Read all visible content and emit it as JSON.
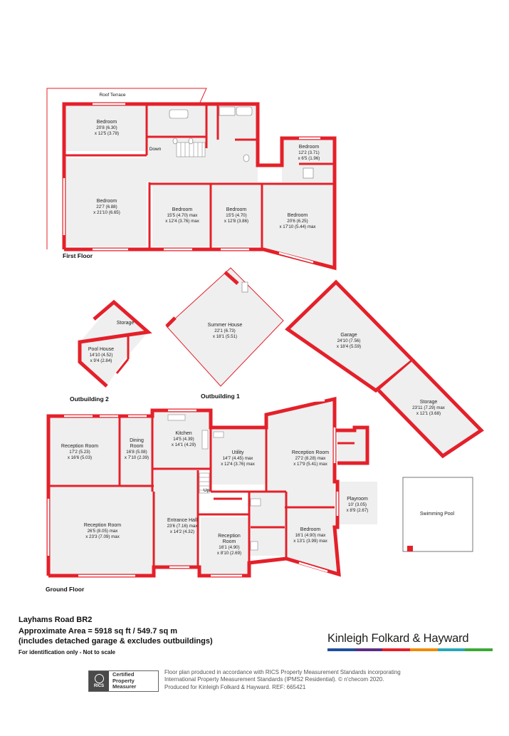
{
  "floors": {
    "first": "First Floor",
    "ground": "Ground Floor",
    "outbuilding1": "Outbuilding 1",
    "outbuilding2": "Outbuilding 2"
  },
  "first_floor": {
    "roof_terrace": "Roof Terrace",
    "down": "Down",
    "bedroom_a": {
      "name": "Bedroom",
      "dim1": "20'8 (6.30)",
      "dim2": "x 12'5 (3.78)"
    },
    "bedroom_b": {
      "name": "Bedroom",
      "dim1": "22'7 (6.88)",
      "dim2": "x 21'10 (6.65)"
    },
    "bedroom_c": {
      "name": "Bedroom",
      "dim1": "15'5 (4.70) max",
      "dim2": "x 12'4 (3.76) max"
    },
    "bedroom_d": {
      "name": "Bedroom",
      "dim1": "15'5 (4.70)",
      "dim2": "x 12'8 (3.86)"
    },
    "bedroom_e": {
      "name": "Bedroom",
      "dim1": "20'6 (6.25)",
      "dim2": "x 17'10 (5.44) max"
    },
    "bedroom_f": {
      "name": "Bedroom",
      "dim1": "12'2 (3.71)",
      "dim2": "x 6'5 (1.96)"
    }
  },
  "outbuildings": {
    "summer_house": {
      "name": "Summer House",
      "dim1": "22'1 (6.73)",
      "dim2": "x 18'1 (5.51)"
    },
    "pool_house": {
      "name": "Pool House",
      "dim1": "14'10 (4.52)",
      "dim2": "x 9'4 (2.84)"
    },
    "storage_small": "Storage",
    "garage": {
      "name": "Garage",
      "dim1": "24'10 (7.56)",
      "dim2": "x 18'4 (5.59)"
    },
    "storage": {
      "name": "Storage",
      "dim1": "23'11 (7.29) max",
      "dim2": "x 12'1 (3.68)"
    }
  },
  "ground_floor": {
    "reception_a": {
      "name": "Reception Room",
      "dim1": "17'2 (5.23)",
      "dim2": "x 16'6 (5.03)"
    },
    "dining": {
      "name1": "Dining",
      "name2": "Room",
      "dim1": "16'8 (5.08)",
      "dim2": "x 7'10 (2.39)"
    },
    "kitchen": {
      "name": "Kitchen",
      "dim1": "14'5 (4.39)",
      "dim2": "x 14'1 (4.29)"
    },
    "utility": {
      "name": "Utility",
      "dim1": "14'7 (4.45) max",
      "dim2": "x 12'4 (3.76) max"
    },
    "reception_b": {
      "name": "Reception Room",
      "dim1": "27'2 (8.28) max",
      "dim2": "x 17'9 (5.41) max"
    },
    "reception_c": {
      "name": "Reception Room",
      "dim1": "26'5 (8.05) max",
      "dim2": "x 23'3 (7.09) max"
    },
    "entrance_hall": {
      "name": "Entrance Hall",
      "dim1": "23'6 (7.16) max",
      "dim2": "x 14'2 (4.32)"
    },
    "reception_d": {
      "name1": "Reception",
      "name2": "Room",
      "dim1": "16'1 (4.90)",
      "dim2": "x 8'10 (2.69)"
    },
    "bedroom": {
      "name": "Bedroom",
      "dim1": "16'1 (4.90) max",
      "dim2": "x 13'1 (3.99) max"
    },
    "playroom": {
      "name": "Playroom",
      "dim1": "10' (3.05)",
      "dim2": "x 8'9 (2.67)"
    },
    "swimming_pool": "Swimming Pool",
    "up": "Up"
  },
  "info": {
    "address": "Layhams Road  BR2",
    "area_line1": "Approximate Area = 5918 sq ft / 549.7 sq m",
    "area_line2": "(includes detached garage & excludes outbuildings)",
    "note": "For identification only - Not to scale"
  },
  "brand": {
    "name": "Kinleigh Folkard & Hayward",
    "colors": [
      "#1f4e9c",
      "#5b2d83",
      "#e4202a",
      "#f18a00",
      "#28a8b8",
      "#3aa935"
    ]
  },
  "rics": {
    "logo": "RICS",
    "line1": "Certified",
    "line2": "Property",
    "line3": "Measurer"
  },
  "disclaimer": {
    "line1": "Floor plan produced in accordance with RICS Property Measurement Standards incorporating",
    "line2": "International Property Measurement Standards (IPMS2 Residential).  © n'checom 2020.",
    "line3": "Produced for Kinleigh Folkard & Hayward.  REF: 665421"
  }
}
